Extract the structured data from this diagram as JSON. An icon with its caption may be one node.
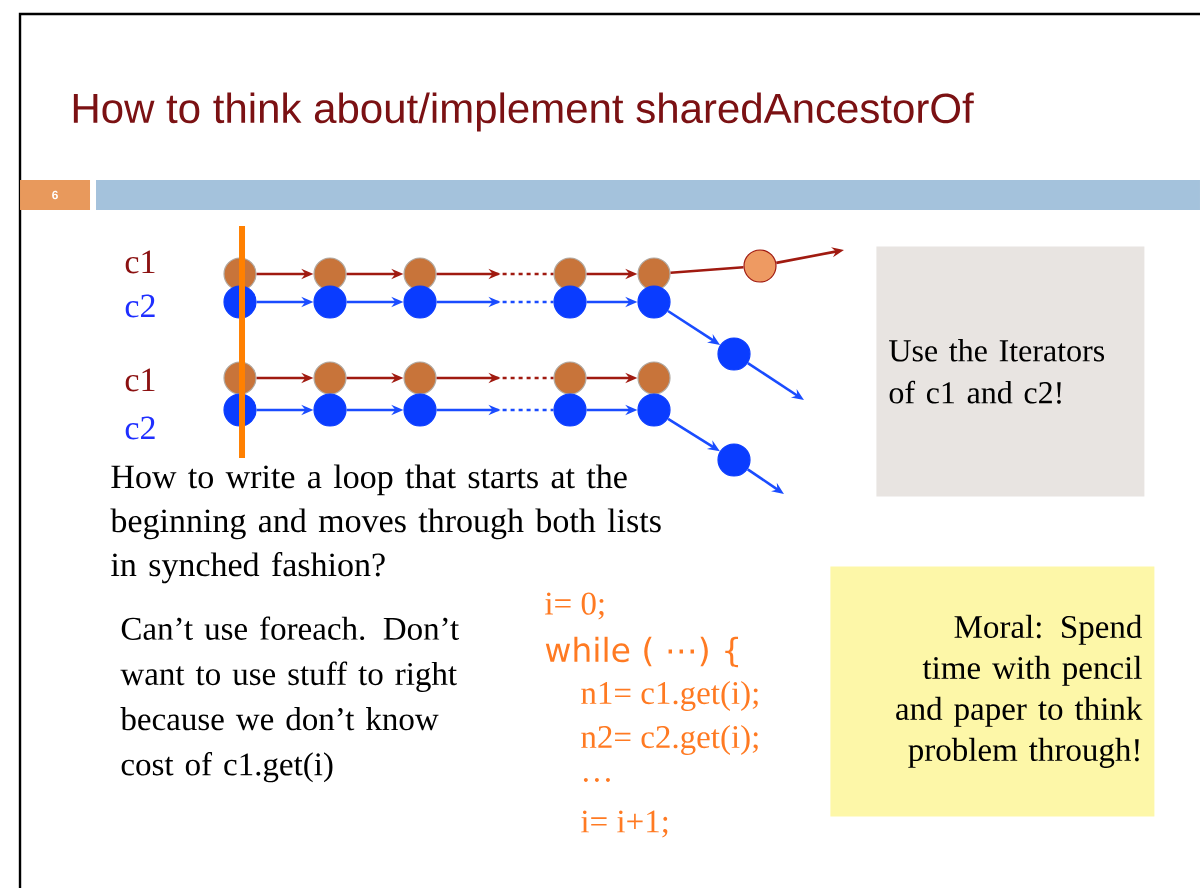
{
  "diagram": {
    "title": "How to think about/implement sharedAncestorOf",
    "nodes": [
      {
        "text": [],
        "shape": "circle"
      },
      {
        "text": [],
        "shape": "circle"
      },
      {
        "text": [],
        "shape": "circle"
      },
      {
        "text": [],
        "shape": "circle"
      },
      {
        "text": [],
        "shape": "circle"
      },
      {
        "text": [],
        "shape": "circle"
      },
      {
        "text": [],
        "shape": "circle"
      },
      {
        "text": [],
        "shape": "circle"
      },
      {
        "text": [],
        "shape": "circle"
      },
      {
        "text": [],
        "shape": "circle"
      },
      {
        "text": [],
        "shape": "circle"
      },
      {
        "text": [],
        "shape": "circle"
      },
      {
        "text": [],
        "shape": "circle"
      },
      {
        "text": [],
        "shape": "circle"
      },
      {
        "text": [],
        "shape": "circle"
      },
      {
        "text": [],
        "shape": "circle"
      },
      {
        "text": [],
        "shape": "circle"
      },
      {
        "text": [],
        "shape": "circle"
      },
      {
        "text": [],
        "shape": "circle"
      },
      {
        "text": [],
        "shape": "circle"
      },
      {
        "text": [],
        "shape": "circle"
      },
      {
        "text": [],
        "shape": "circle"
      },
      {
        "text": [],
        "shape": "circle"
      },
      {
        "text": [
          "Use the Iterators of c1 and c2!"
        ]
      },
      {
        "text": [
          "Moral: Spend time with pencil and paper to think problem through!"
        ]
      }
    ],
    "edges": [
      {
        "from": 0,
        "to": 1,
        "arrow": "to",
        "color": "#a01a10"
      },
      {
        "from": 1,
        "to": 2,
        "arrow": "to",
        "color": "#a01a10"
      },
      {
        "from": 2,
        "to": 3,
        "arrow": "to",
        "style": "dashed",
        "color": "#a01a10"
      },
      {
        "from": 3,
        "to": 4,
        "arrow": "to",
        "color": "#a01a10"
      },
      {
        "from": 4,
        "to": 5,
        "arrow": "none",
        "color": "#a01a10"
      },
      {
        "from": 5,
        "to": null,
        "arrow": "to",
        "color": "#a01a10"
      },
      {
        "from": 6,
        "to": 7,
        "arrow": "to"
      },
      {
        "from": 7,
        "to": 8,
        "arrow": "to"
      },
      {
        "from": 8,
        "to": 9,
        "arrow": "to",
        "style": "dashed"
      },
      {
        "from": 9,
        "to": 10,
        "arrow": "to"
      },
      {
        "from": 10,
        "to": 11,
        "arrow": "to"
      },
      {
        "from": 11,
        "to": null,
        "arrow": "to"
      },
      {
        "from": 12,
        "to": 13,
        "arrow": "to",
        "color": "#a01a10"
      },
      {
        "from": 13,
        "to": 14,
        "arrow": "to",
        "color": "#a01a10"
      },
      {
        "from": 14,
        "to": 15,
        "arrow": "to",
        "style": "dashed",
        "color": "#a01a10"
      },
      {
        "from": 15,
        "to": 16,
        "arrow": "to",
        "color": "#a01a10"
      },
      {
        "from": 17,
        "to": 18,
        "arrow": "to"
      },
      {
        "from": 18,
        "to": 19,
        "arrow": "to"
      },
      {
        "from": 19,
        "to": 20,
        "arrow": "to",
        "style": "dashed"
      },
      {
        "from": 20,
        "to": 21,
        "arrow": "to"
      },
      {
        "from": 21,
        "to": 22,
        "arrow": "to"
      },
      {
        "from": 22,
        "to": null,
        "arrow": "to"
      }
    ],
    "labels": [
      "6",
      "c1",
      "c2",
      "c1",
      "c2",
      "How to write a loop that starts at the beginning and moves through both lists in synched fashion?",
      "Can’t use foreach. Don’t want to use stuff to right because we don’t know cost of c1.get(i)",
      "i= 0;",
      "while ( ⋯) {",
      "n1= c1.get(i);",
      "n2= c2.get(i);",
      "…",
      "i= i+1;"
    ]
  }
}
